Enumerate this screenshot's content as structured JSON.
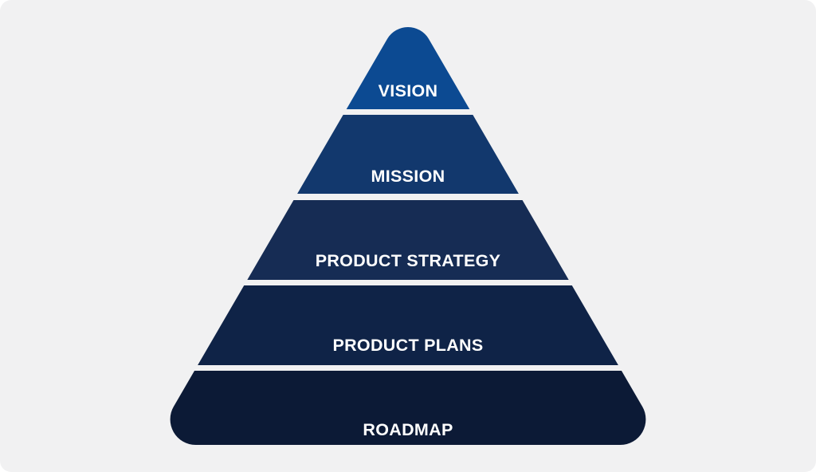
{
  "page": {
    "background_color": "#ffffff",
    "card_background_color": "#f1f1f2"
  },
  "pyramid": {
    "description": "Product planning pyramid diagram, five stacked levels from vision at top to roadmap at bottom",
    "label_color": "#ffffff",
    "levels": [
      {
        "label": "VISION",
        "color": "#0c4a92"
      },
      {
        "label": "MISSION",
        "color": "#12386d"
      },
      {
        "label": "PRODUCT STRATEGY",
        "color": "#162c54"
      },
      {
        "label": "PRODUCT PLANS",
        "color": "#0f2347"
      },
      {
        "label": "ROADMAP",
        "color": "#0c1a36"
      }
    ]
  }
}
